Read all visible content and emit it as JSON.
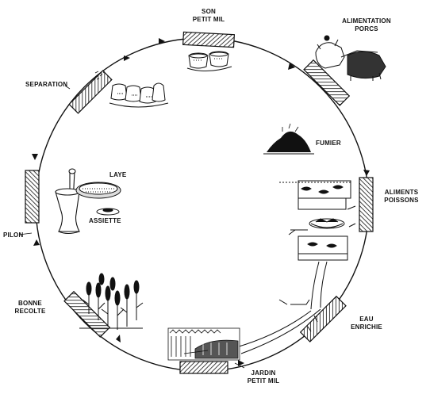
{
  "labels": {
    "son_line1": "SON",
    "son_line2": "PETIT MIL",
    "alimentation_line1": "ALIMENTATION",
    "alimentation_line2": "PORCS",
    "fumier": "FUMIER",
    "aliments_line1": "ALIMENTS",
    "aliments_line2": "POISSONS",
    "eau_line1": "EAU",
    "eau_line2": "ENRICHIE",
    "jardin_line1": "JARDIN",
    "jardin_line2": "PETIT MIL",
    "bonne_line1": "BONNE",
    "bonne_line2": "RECOLTE",
    "pilon": "PILON",
    "laye": "LAYE",
    "assiette": "ASSIETTE",
    "separation": "SEPARATION"
  },
  "colors": {
    "ink": "#111111",
    "paper": "#ffffff"
  },
  "icons": [
    "bowls-icon",
    "pigs-icon",
    "manure-pile-icon",
    "fish-ponds-icon",
    "water-channel-icon",
    "garden-field-icon",
    "millet-plants-icon",
    "mortar-pestle-icon",
    "winnowing-tray-icon",
    "plate-icon",
    "sacks-icon"
  ]
}
